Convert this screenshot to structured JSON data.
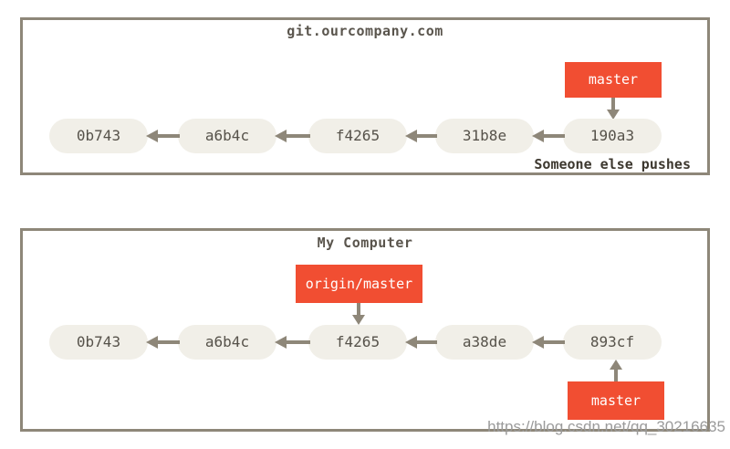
{
  "colors": {
    "background": "#ffffff",
    "box_border": "#8e8779",
    "arrow": "#8e8779",
    "node_fill": "#f1efe8",
    "node_text": "#56524a",
    "title_text": "#5a554d",
    "label_bg": "#f14e32",
    "label_text": "#ffffff",
    "note_text": "#3d382f",
    "watermark_text": "#9b9b9b"
  },
  "panels": [
    {
      "title": "git.ourcompany.com",
      "commits": [
        "0b743",
        "a6b4c",
        "f4265",
        "31b8e",
        "190a3"
      ],
      "labels": [
        {
          "text": "master",
          "attached_to": "190a3",
          "side": "above"
        }
      ],
      "note": "Someone else pushes"
    },
    {
      "title": "My Computer",
      "commits": [
        "0b743",
        "a6b4c",
        "f4265",
        "a38de",
        "893cf"
      ],
      "labels": [
        {
          "text": "origin/master",
          "attached_to": "f4265",
          "side": "above"
        },
        {
          "text": "master",
          "attached_to": "893cf",
          "side": "below"
        }
      ]
    }
  ],
  "watermark": {
    "text": "https://blog.csdn.net/qq_30216635"
  }
}
